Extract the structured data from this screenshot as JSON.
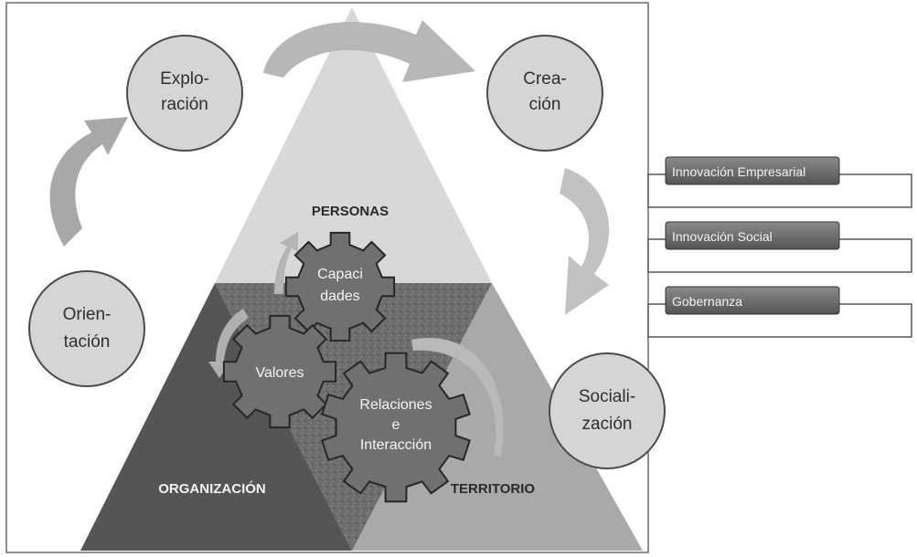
{
  "circles": {
    "exploracion": [
      "Explo-",
      "ración"
    ],
    "creacion": [
      "Crea-",
      "ción"
    ],
    "orientacion": [
      "Orien-",
      "tación"
    ],
    "socializacion": [
      "Sociali-",
      "zación"
    ]
  },
  "sections": {
    "personas": "PERSONAS",
    "organizacion": "ORGANIZACIÓN",
    "territorio": "TERRITORIO"
  },
  "gears": {
    "capacidades": [
      "Capaci",
      "dades"
    ],
    "valores": [
      "Valores"
    ],
    "relaciones": [
      "Relaciones",
      "e",
      "Interacción"
    ]
  },
  "outcomes": [
    "Innovación Empresarial",
    "Innovación Social",
    "Gobernanza"
  ]
}
